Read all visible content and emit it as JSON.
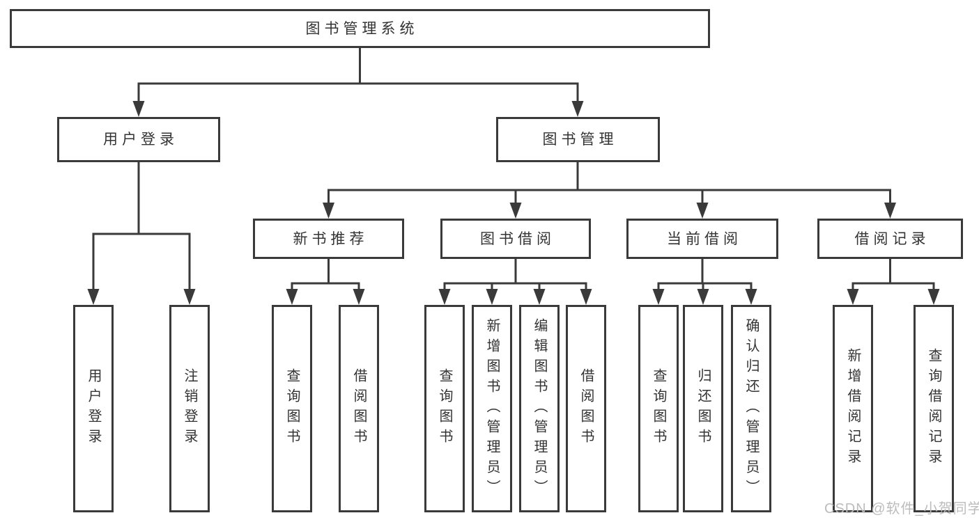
{
  "diagram": {
    "root": {
      "label": "图书管理系统"
    },
    "level2": [
      {
        "label": "用户登录"
      },
      {
        "label": "图书管理"
      }
    ],
    "level3": [
      {
        "label": "新书推荐"
      },
      {
        "label": "图书借阅"
      },
      {
        "label": "当前借阅"
      },
      {
        "label": "借阅记录"
      }
    ],
    "leaves": {
      "user_login": [
        {
          "label": "用户登录"
        },
        {
          "label": "注销登录"
        }
      ],
      "new_book": [
        {
          "label": "查询图书"
        },
        {
          "label": "借阅图书"
        }
      ],
      "book_borrow": [
        {
          "label": "查询图书"
        },
        {
          "label": "新增图书（管理员）"
        },
        {
          "label": "编辑图书（管理员）"
        },
        {
          "label": "借阅图书"
        }
      ],
      "current_borrow": [
        {
          "label": "查询图书"
        },
        {
          "label": "归还图书"
        },
        {
          "label": "确认归还（管理员）"
        }
      ],
      "borrow_records": [
        {
          "label": "新增借阅记录"
        },
        {
          "label": "查询借阅记录"
        }
      ]
    }
  },
  "watermark": "CSDN @软件_小贺同学",
  "colors": {
    "line": "#3a3a3a",
    "border": "#3a3a3a",
    "text": "#333333",
    "watermark": "#bcbcbc",
    "background": "#ffffff"
  }
}
